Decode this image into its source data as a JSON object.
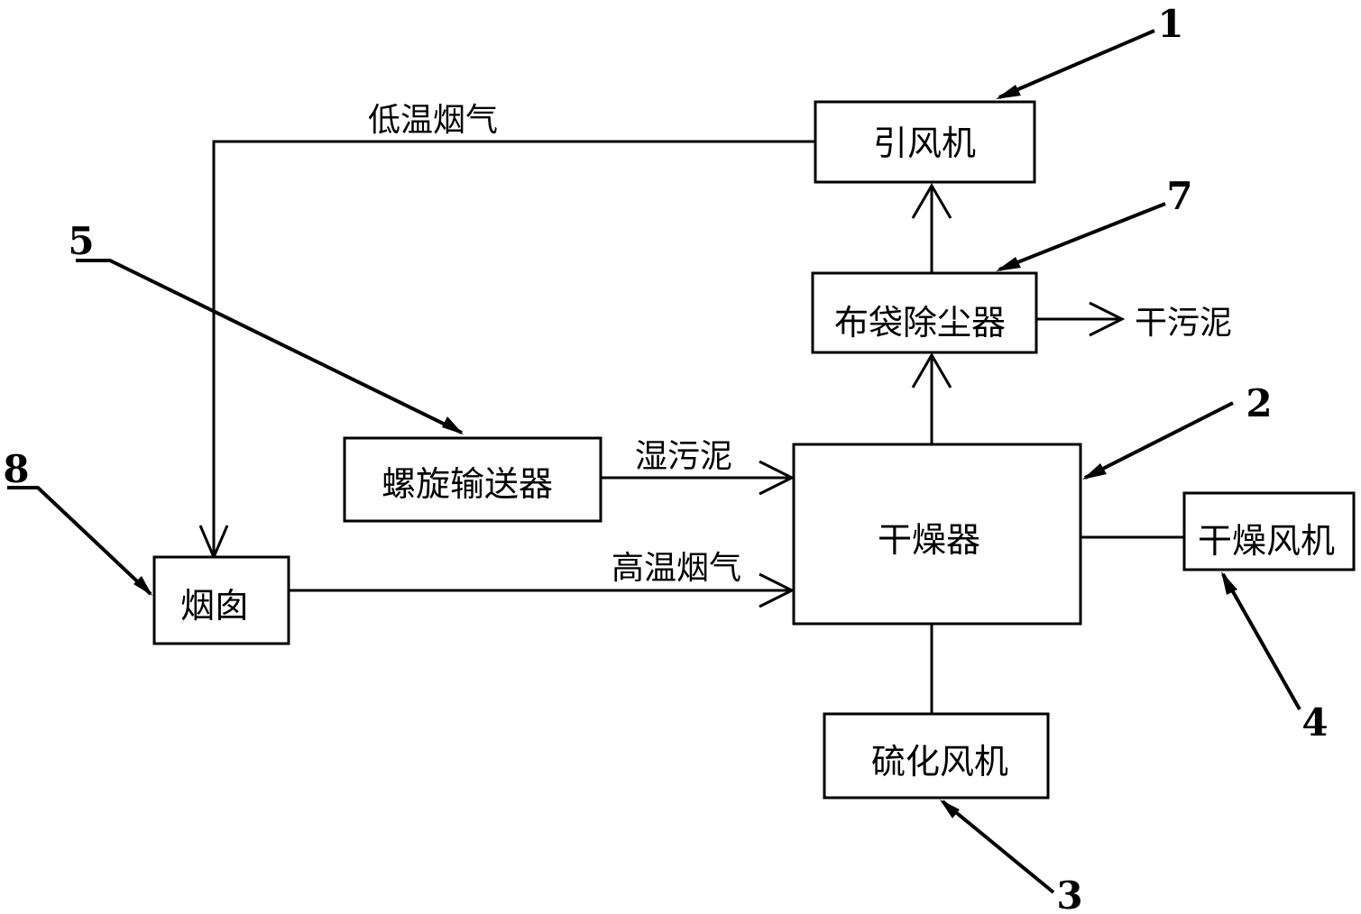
{
  "components": {
    "induced_draft_fan": "引风机",
    "bag_filter": "布袋除尘器",
    "screw_conveyor": "螺旋输送器",
    "dryer": "干燥器",
    "drying_fan": "干燥风机",
    "chimney": "烟囱",
    "sulfurization_fan": "硫化风机"
  },
  "flows": {
    "low_temp_flue_gas": "低温烟气",
    "dry_sludge": "干污泥",
    "wet_sludge": "湿污泥",
    "high_temp_flue_gas": "高温烟气"
  },
  "callouts": {
    "c1": "1",
    "c2": "2",
    "c3": "3",
    "c4": "4",
    "c5": "5",
    "c7": "7",
    "c8": "8"
  }
}
